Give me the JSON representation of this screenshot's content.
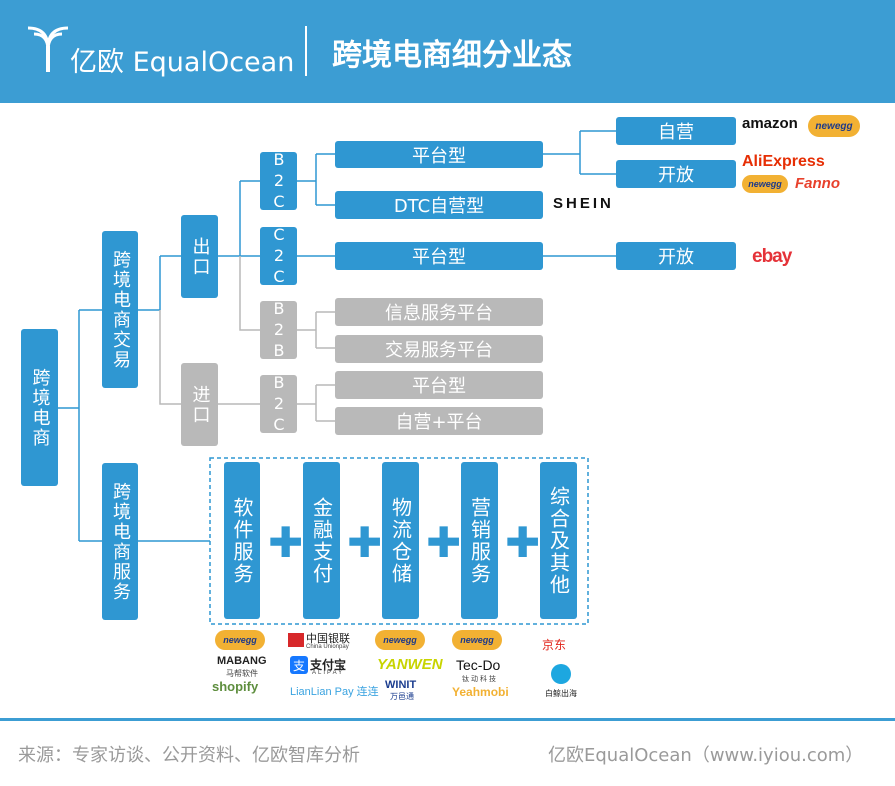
{
  "header": {
    "logo_text": "亿欧 EqualOcean",
    "title": "跨境电商细分业态"
  },
  "root": "跨境电商",
  "l1": {
    "trade": "跨境电商交易",
    "service": "跨境电商服务"
  },
  "l2": {
    "export": "出口",
    "import": "进口"
  },
  "l3": {
    "b2c_export": "B2C",
    "c2c": "C2C",
    "b2b": "B2B",
    "b2c_import": "B2C"
  },
  "l4": {
    "platform": "平台型",
    "dtc": "DTC自营型",
    "c2c_platform": "平台型",
    "info_service": "信息服务平台",
    "trade_service": "交易服务平台",
    "import_platform": "平台型",
    "self_plus_platform": "自营+平台"
  },
  "l5": {
    "self": "自营",
    "open": "开放",
    "c2c_open": "开放"
  },
  "services": [
    "软件服务",
    "金融支付",
    "物流仓储",
    "营销服务",
    "综合及其他"
  ],
  "brands": {
    "amazon": "amazon",
    "newegg": "newegg",
    "aliexpress": "AliExpress",
    "fanno": "Fanno",
    "shein": "SHEIN",
    "ebay": "ebay",
    "mabang": "MABANG",
    "mabang_cn": "马帮软件",
    "shopify": "shopify",
    "unionpay": "中国银联",
    "unionpay_en": "China Unionpay",
    "alipay": "支付宝",
    "alipay_en": "ALIPAY",
    "lianlian": "LianLian Pay 连连",
    "yunwen": "YANWEN",
    "winit": "WINIT",
    "winit_cn": "万邑通",
    "tecdo": "Tec-Do",
    "tecdo_cn": "钛动科技",
    "yeahmobi": "Yeahmobi",
    "jd": "京东",
    "baijing": "白鲸出海"
  },
  "footer": {
    "source": "来源：专家访谈、公开资料、亿欧智库分析",
    "credit": "亿欧EqualOcean（www.iyiou.com）"
  },
  "colors": {
    "brand_blue": "#3c9dd3",
    "box_blue": "#2f97d2",
    "box_grey": "#b9b9b9"
  }
}
